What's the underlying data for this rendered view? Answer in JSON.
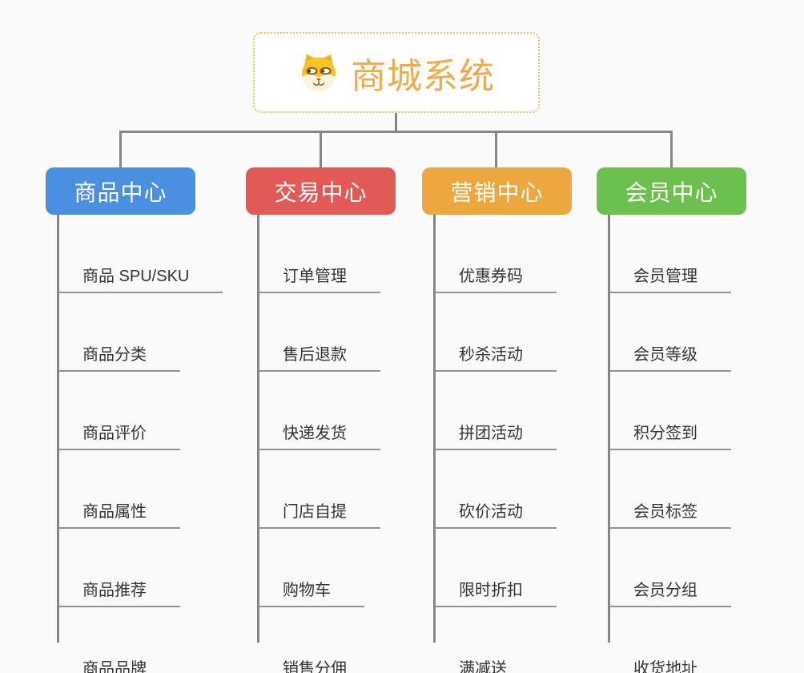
{
  "canvas": {
    "background": "#FAFAFA"
  },
  "root": {
    "title": "商城系统",
    "title_color": "#F0AC4A",
    "border_color": "#F2BE68",
    "icon": "dog-face-icon"
  },
  "connector_color": "#868686",
  "item_underline_color": "#949494",
  "item_text_color": "#333333",
  "branches": [
    {
      "label": "商品中心",
      "color": "#4A8FE2",
      "items": [
        "商品 SPU/SKU",
        "商品分类",
        "商品评价",
        "商品属性",
        "商品推荐",
        "商品品牌"
      ]
    },
    {
      "label": "交易中心",
      "color": "#E25A55",
      "items": [
        "订单管理",
        "售后退款",
        "快递发货",
        "门店自提",
        "购物车",
        "销售分佣"
      ]
    },
    {
      "label": "营销中心",
      "color": "#ECA83E",
      "items": [
        "优惠券码",
        "秒杀活动",
        "拼团活动",
        "砍价活动",
        "限时折扣",
        "满减送"
      ]
    },
    {
      "label": "会员中心",
      "color": "#6CC04E",
      "items": [
        "会员管理",
        "会员等级",
        "积分签到",
        "会员标签",
        "会员分组",
        "收货地址"
      ]
    }
  ]
}
